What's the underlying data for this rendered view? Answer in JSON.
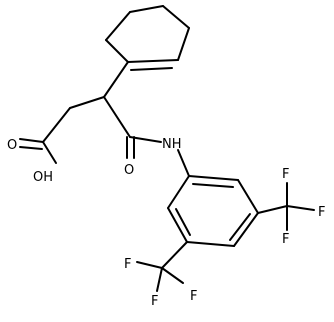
{
  "molecule": {
    "colors": {
      "bond": "#000000",
      "label": "#000000",
      "background": "#ffffff"
    },
    "labels": {
      "carbonyl_oxygen_acid": "O",
      "hydroxyl": "OH",
      "amide_oxygen": "O",
      "amide_nitrogen": "NH",
      "cf3_right_f1": "F",
      "cf3_right_f2": "F",
      "cf3_right_f3": "F",
      "cf3_bottom_f1": "F",
      "cf3_bottom_f2": "F",
      "cf3_bottom_f3": "F"
    }
  }
}
